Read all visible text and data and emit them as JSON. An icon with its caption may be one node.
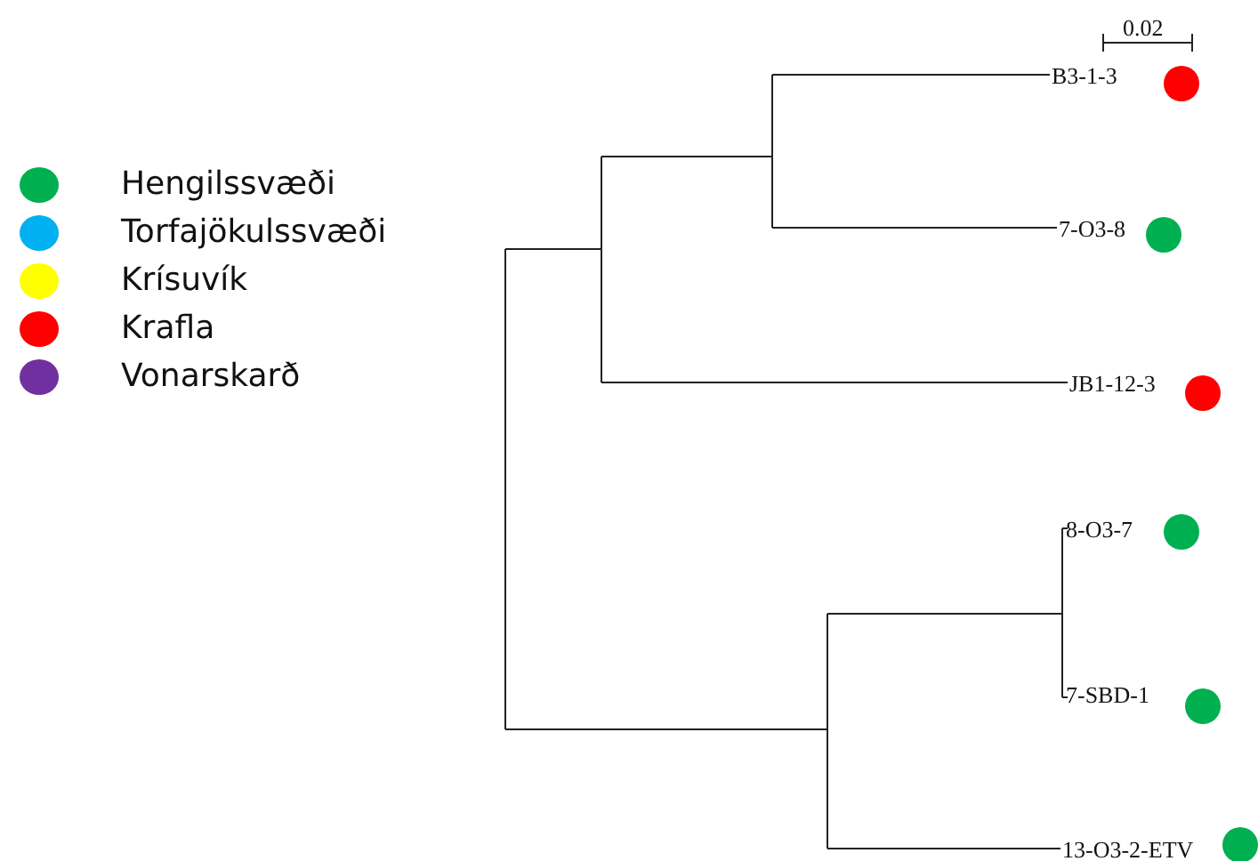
{
  "diagram": {
    "labels": [
      "0.02",
      "B3-1-3",
      "7-O3-8",
      "JB1-12-3",
      "8-O3-7",
      "7-SBD-1",
      "13-O3-2-ETV"
    ],
    "legend": [
      {
        "text": "Hengilssvæði",
        "color": "#00b050"
      },
      {
        "text": "Torfajökulssvæði",
        "color": "#00b0f0"
      },
      {
        "text": "Krísuvík",
        "color": "#ffff00"
      },
      {
        "text": "Krafla",
        "color": "#ff0000"
      },
      {
        "text": "Vonarskarð",
        "color": "#7030a0"
      }
    ]
  }
}
